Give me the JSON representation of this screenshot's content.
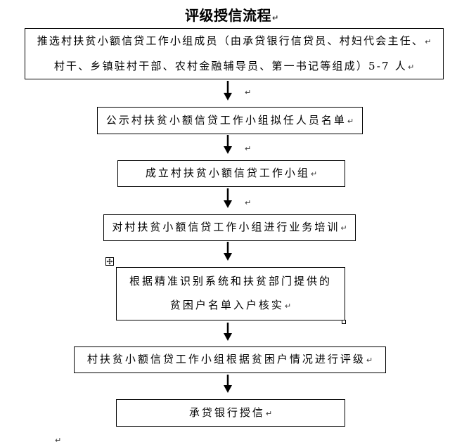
{
  "title": "评级授信流程",
  "paragraph_mark": "↵",
  "icons": {
    "move_handle": "move-handle-icon",
    "resize_handle": "resize-handle-icon",
    "arrow": "down-arrow-icon"
  },
  "steps": [
    {
      "lines": [
        "推选村扶贫小额信贷工作小组成员（由承贷银行信贷员、村妇代会主任、",
        "村干、乡镇驻村干部、农村金融辅导员、第一书记等组成）5-7 人"
      ]
    },
    {
      "lines": [
        "公示村扶贫小额信贷工作小组拟任人员名单"
      ]
    },
    {
      "lines": [
        "成立村扶贫小额信贷工作小组"
      ]
    },
    {
      "lines": [
        "对村扶贫小额信贷工作小组进行业务培训"
      ]
    },
    {
      "lines": [
        "根据精准识别系统和扶贫部门提供的",
        "贫困户名单入户核实"
      ]
    },
    {
      "lines": [
        "村扶贫小额信贷工作小组根据贫困户情况进行评级"
      ]
    },
    {
      "lines": [
        "承贷银行授信"
      ]
    }
  ]
}
